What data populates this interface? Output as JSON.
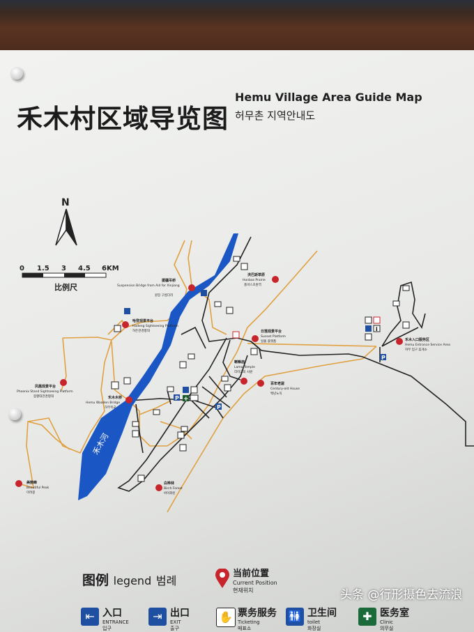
{
  "header": {
    "title_zh": "禾木村区域导览图",
    "title_en": "Hemu Village Area Guide Map",
    "title_ko": "허무촌 지역안내도"
  },
  "compass": {
    "label": "N"
  },
  "scale": {
    "ticks": [
      "0",
      "1.5",
      "3",
      "4.5",
      "6KM"
    ],
    "label": "比例尺"
  },
  "river": {
    "label": "禾木河",
    "color": "#1b57c4"
  },
  "colors": {
    "trail": "#e0a040",
    "road": "#222222",
    "poi": "#c8242c",
    "icon_blue": "#1f4fa0"
  },
  "places": [
    {
      "zh": "援疆吊桥",
      "en": "Suspension Bridge from Aid for Xinjiang",
      "ko": "원장 구름다리"
    },
    {
      "zh": "哈登观景平台",
      "en": "Hadeng Sightseeing Platform",
      "ko": "하든관경평대"
    },
    {
      "zh": "凤凰观景平台",
      "en": "Phoenix Stand Sightseeing Platform",
      "ko": "봉황대관경평대"
    },
    {
      "zh": "禾木木桥",
      "en": "Hemu Wooden Bridge",
      "ko": "허무목교"
    },
    {
      "zh": "美丽峰",
      "en": "Beautiful Peak",
      "ko": "미려봉"
    },
    {
      "zh": "白桦林",
      "en": "Birch Forest",
      "ko": "바이화린"
    },
    {
      "zh": "洪巴斯草原",
      "en": "Honbas Prairie",
      "ko": "홍바스초원역"
    },
    {
      "zh": "日落观景平台",
      "en": "Sunset Platform",
      "ko": "일몰 플랫폼"
    },
    {
      "zh": "喇嘛庙",
      "en": "Lama Temple",
      "ko": "라마교의 사원"
    },
    {
      "zh": "百年老屋",
      "en": "Century-old House",
      "ko": "백년노옥"
    },
    {
      "zh": "禾木入口服务区",
      "en": "Hemu Entrance Service Area",
      "ko": "허무 입구 휴게소"
    }
  ],
  "legend": {
    "title_zh": "图例",
    "title_en": "legend",
    "title_ko": "범례",
    "current": {
      "zh": "当前位置",
      "en": "Current Position",
      "ko": "현재위치",
      "icon": "map-pin-icon"
    },
    "items": [
      {
        "zh": "入口",
        "en": "ENTRANCE",
        "ko": "입구",
        "icon": "entrance-icon"
      },
      {
        "zh": "出口",
        "en": "EXIT",
        "ko": "출구",
        "icon": "exit-icon"
      },
      {
        "zh": "票务服务",
        "en": "Ticketing",
        "ko": "매표소",
        "icon": "ticket-icon"
      },
      {
        "zh": "卫生间",
        "en": "toilet",
        "ko": "화장실",
        "icon": "toilet-icon"
      },
      {
        "zh": "医务室",
        "en": "Clinic",
        "ko": "의무실",
        "icon": "first-aid-icon"
      }
    ]
  },
  "watermark": "头条 @行形摄色去流浪"
}
